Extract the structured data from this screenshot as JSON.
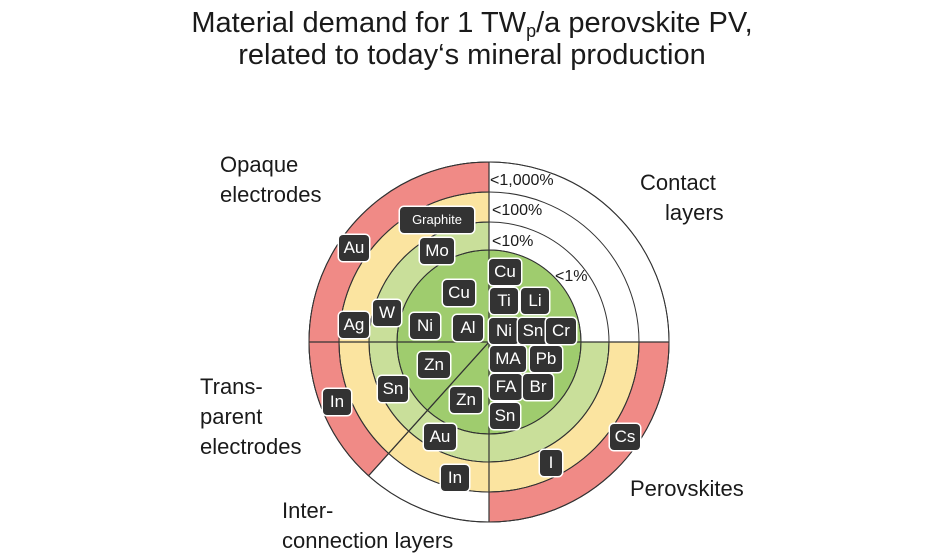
{
  "title": {
    "line1_pre": "Material demand for 1 TW",
    "line1_sub": "p",
    "line1_post": "/a perovskite PV,",
    "line2": "related to today‘s mineral production"
  },
  "categories": {
    "opaque_line1": "Opaque",
    "opaque_line2": "electrodes",
    "contact_line1": "Contact",
    "contact_line2": "layers",
    "transparent_line1": "Trans-",
    "transparent_line2": "parent",
    "transparent_line3": "electrodes",
    "interconnection_line1": "Inter-",
    "interconnection_line2": "connection layers",
    "perovskites": "Perovskites"
  },
  "levels": {
    "l1000": "<1,000%",
    "l100": "<100%",
    "l10": "<10%",
    "l1": "<1%"
  },
  "chips": {
    "opaque": {
      "graphite": "Graphite",
      "au": "Au",
      "mo": "Mo",
      "ag": "Ag",
      "w": "W",
      "cu": "Cu",
      "ni": "Ni",
      "al": "Al"
    },
    "contact": {
      "cu": "Cu",
      "ti": "Ti",
      "li": "Li",
      "ni": "Ni",
      "sn": "Sn",
      "cr": "Cr"
    },
    "transparent": {
      "in": "In",
      "sn": "Sn",
      "zn": "Zn"
    },
    "interconnection": {
      "zn": "Zn",
      "au": "Au",
      "in": "In"
    },
    "perovskites": {
      "ma": "MA",
      "pb": "Pb",
      "fa": "FA",
      "br": "Br",
      "sn": "Sn",
      "i": "I",
      "cs": "Cs"
    }
  },
  "colors": {
    "ring_1000": "#f08a86",
    "ring_100": "#fbe4a0",
    "ring_10": "#c9df9a",
    "ring_1": "#9fcc6e",
    "empty": "#ffffff",
    "outline": "#333333",
    "chip": "#333333"
  }
}
